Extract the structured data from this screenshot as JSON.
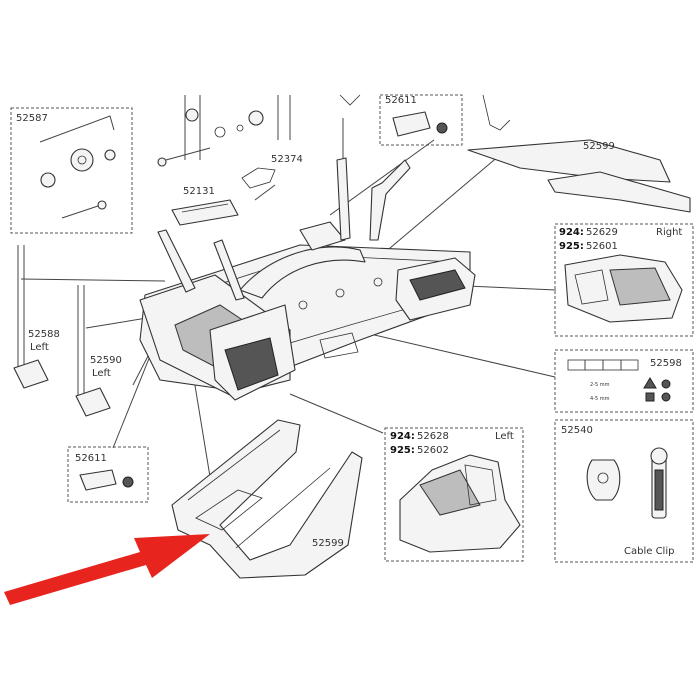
{
  "colors": {
    "line": "#444444",
    "arrow": "#e8241f",
    "fill": "#f4f4f4"
  },
  "labels": {
    "p52587": "52587",
    "p52611_top": "52611",
    "p52599_top": "52599",
    "p52131": "52131",
    "p52374": "52374",
    "p52588": "52588",
    "p52588_side": "Left",
    "p52590": "52590",
    "p52590_side": "Left",
    "p52611_bottom": "52611",
    "p52599_bottom": "52599",
    "right_box": {
      "code1": "924:",
      "part1": "52629",
      "code2": "925:",
      "part2": "52601",
      "side": "Right"
    },
    "left_box": {
      "code1": "924:",
      "part1": "52628",
      "code2": "925:",
      "part2": "52602",
      "side": "Left"
    },
    "p52598": "52598",
    "p52540": "52540",
    "cable_clip": "Cable Clip",
    "sizes": {
      "s1": "2-5 mm",
      "s2": "4-5 mm"
    }
  },
  "icons": [
    "hex-key-icon",
    "knob-icon",
    "bolt-icon",
    "strap-icon",
    "arrow-icon"
  ]
}
